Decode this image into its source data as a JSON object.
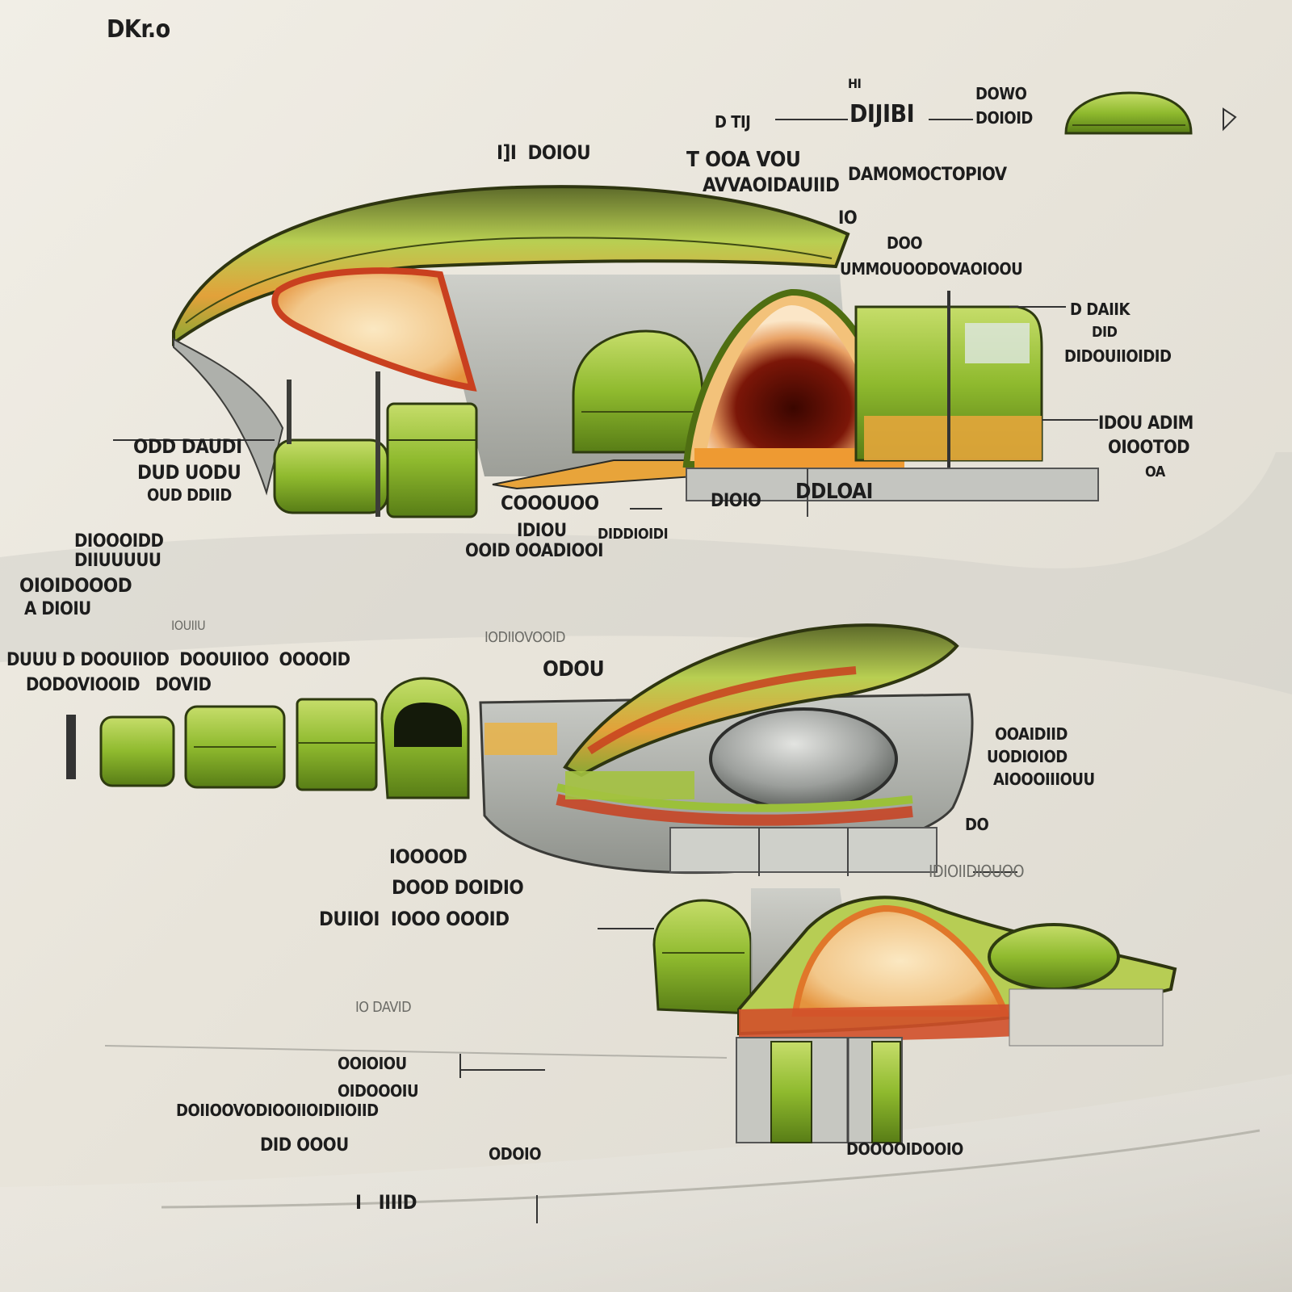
{
  "page": {
    "title": "DKr.o"
  },
  "palette": {
    "paper": "#ece8df",
    "green": "#8fba2e",
    "green_dark": "#4f6e12",
    "orange": "#e8882a",
    "red": "#c9401f",
    "cream": "#f6d9a6",
    "grey": "#a8aaa7",
    "ink": "#1d1d1d"
  },
  "labels": [
    {
      "id": "a1",
      "text": "HI"
    },
    {
      "id": "a2",
      "text": "DIJIBI"
    },
    {
      "id": "a3",
      "text": "DOWO"
    },
    {
      "id": "a4",
      "text": "DOIOID"
    },
    {
      "id": "a5",
      "text": "D TIJ"
    },
    {
      "id": "a6",
      "text": "I]I  DOIOU"
    },
    {
      "id": "a7",
      "text": "T OOA VOU"
    },
    {
      "id": "a8",
      "text": "AVVAOIDAUIID"
    },
    {
      "id": "a9",
      "text": "DAMOMOCTOPIOV"
    },
    {
      "id": "a10",
      "text": "IO"
    },
    {
      "id": "a11",
      "text": "DOO"
    },
    {
      "id": "a12",
      "text": "UMMOUOODOVAOIOOU"
    },
    {
      "id": "a13",
      "text": "D DAIIK"
    },
    {
      "id": "a14",
      "text": "DID"
    },
    {
      "id": "a15",
      "text": "DIDOUIIOIDID"
    },
    {
      "id": "a16",
      "text": "IDOU ADIM"
    },
    {
      "id": "a17",
      "text": "OIOOTOD"
    },
    {
      "id": "a18",
      "text": "OA"
    },
    {
      "id": "b1",
      "text": "ODD DAUDI"
    },
    {
      "id": "b2",
      "text": "DUD UODU"
    },
    {
      "id": "b3",
      "text": "OUD DDIID"
    },
    {
      "id": "b4",
      "text": "COOOUOO"
    },
    {
      "id": "b5",
      "text": "DIOIO"
    },
    {
      "id": "b6",
      "text": "DDLOAI"
    },
    {
      "id": "b7",
      "text": "OOID OOADIOOI"
    },
    {
      "id": "b8",
      "text": "IDIOU"
    },
    {
      "id": "b9",
      "text": "DIDDIOIDI"
    },
    {
      "id": "c1",
      "text": "DIOOOIDD"
    },
    {
      "id": "c2",
      "text": "DIIUUUUU"
    },
    {
      "id": "c3",
      "text": "OIOIDOOOD"
    },
    {
      "id": "c4",
      "text": "A DIOIU"
    },
    {
      "id": "c5",
      "text": "IOUIIU"
    },
    {
      "id": "c6",
      "text": "DUUU D DOOUIIOD  DOOUIIOO  OOOOID"
    },
    {
      "id": "c7",
      "text": "DODOVIOOID   DOVID"
    },
    {
      "id": "c8",
      "text": "IODIIOVOOID"
    },
    {
      "id": "c9",
      "text": "ODOU"
    },
    {
      "id": "c10",
      "text": "OOAIDIID"
    },
    {
      "id": "c11",
      "text": "UODIOIOD"
    },
    {
      "id": "c12",
      "text": "AIOOOIIIOUU"
    },
    {
      "id": "c13",
      "text": "IOOOOD"
    },
    {
      "id": "c14",
      "text": "DOOD DOIDIO"
    },
    {
      "id": "c15",
      "text": "DUIIOI  IOOO OOOID"
    },
    {
      "id": "c16",
      "text": "DO"
    },
    {
      "id": "c17",
      "text": "IDIOIIDIOUOO"
    },
    {
      "id": "d1",
      "text": "IO DAVID"
    },
    {
      "id": "d2",
      "text": "OOIOIOU"
    },
    {
      "id": "d3",
      "text": "OIDOOOIU"
    },
    {
      "id": "d4",
      "text": "DOIIOOVODIOOIIOIDIIOIID"
    },
    {
      "id": "d5",
      "text": "DID OOOU"
    },
    {
      "id": "d6",
      "text": "ODOIO"
    },
    {
      "id": "d7",
      "text": "DOOOOIDOOIO"
    },
    {
      "id": "d8",
      "text": "I   IIIID"
    }
  ]
}
